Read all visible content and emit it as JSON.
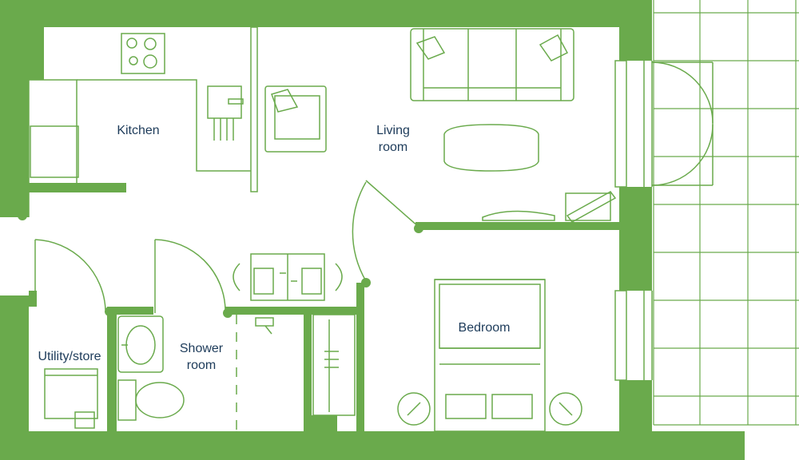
{
  "colors": {
    "wall": "#6aaa4c",
    "line": "#6aaa4c",
    "label": "#1d3b5a",
    "background": "#ffffff"
  },
  "rooms": {
    "kitchen": {
      "label": "Kitchen"
    },
    "living": {
      "line1": "Living",
      "line2": "room"
    },
    "bedroom": {
      "label": "Bedroom"
    },
    "shower": {
      "line1": "Shower",
      "line2": "room"
    },
    "utility": {
      "label": "Utility/store"
    }
  }
}
